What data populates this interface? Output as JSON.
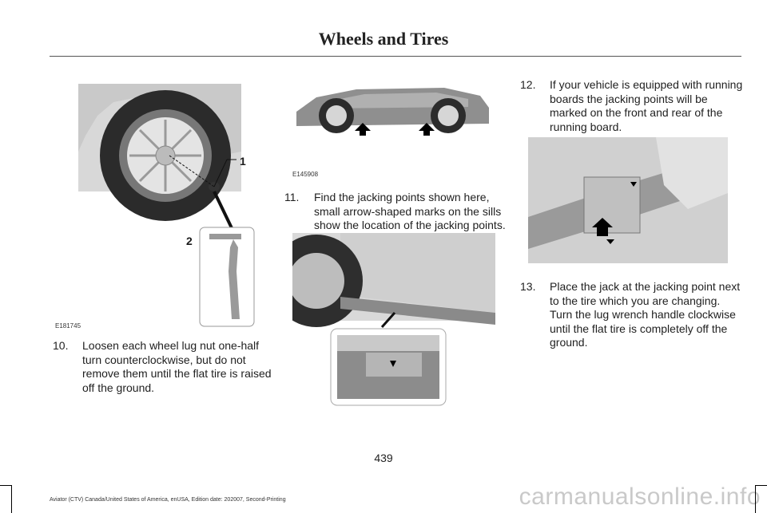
{
  "header": {
    "title": "Wheels and Tires"
  },
  "figures": {
    "wheel_nut": {
      "code": "E181745",
      "callout_1": "1",
      "callout_2": "2"
    },
    "car_side": {
      "code": "E145908"
    },
    "sill_mark": {
      "code": ""
    },
    "running_board": {
      "code": ""
    }
  },
  "steps": [
    {
      "num": "10.",
      "text": "Loosen each wheel lug nut one-half turn counterclockwise, but do not remove them until the flat tire is raised off the ground."
    },
    {
      "num": "11.",
      "text": "Find the jacking points shown here, small arrow-shaped marks on the sills show the location of the jacking points."
    },
    {
      "num": "12.",
      "text": "If your vehicle is equipped with running boards the jacking points will be marked on the front and rear of the running board."
    },
    {
      "num": "13.",
      "text": "Place the jack at the jacking point next to the tire which you are changing. Turn the lug wrench handle clockwise until the flat tire is completely off the ground."
    }
  ],
  "footer": {
    "page_number": "439",
    "edition": "Aviator (CTV) Canada/United States of America, enUSA, Edition date: 202007, Second-Printing"
  },
  "watermark": "carmanualsonline.info"
}
